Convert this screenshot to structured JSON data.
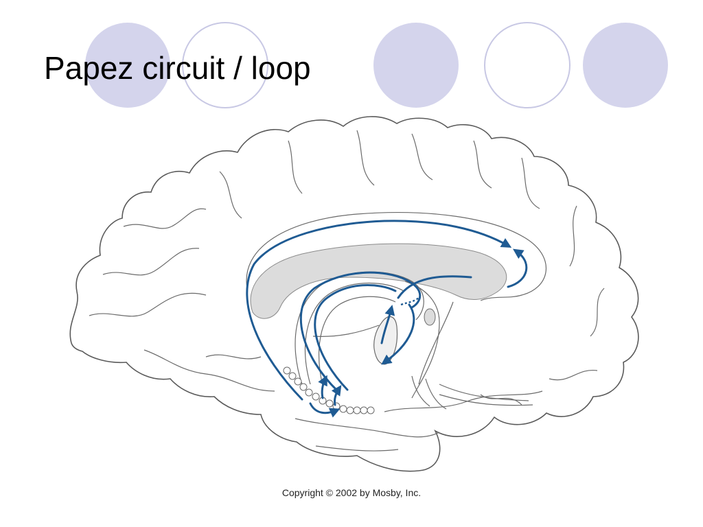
{
  "slide": {
    "title": "Papez circuit / loop",
    "copyright": "Copyright © 2002 by Mosby, Inc."
  },
  "colors": {
    "circle_fill": "#d4d4ec",
    "circle_outline": "#c8c8e4",
    "pathway": "#1f5b93",
    "brain_outline": "#5a5a5a",
    "structure_fill": "#dcdcdc"
  },
  "diagram": {
    "subject": "medial-brain-sagittal-section",
    "icon": "papez-circuit-illustration"
  }
}
